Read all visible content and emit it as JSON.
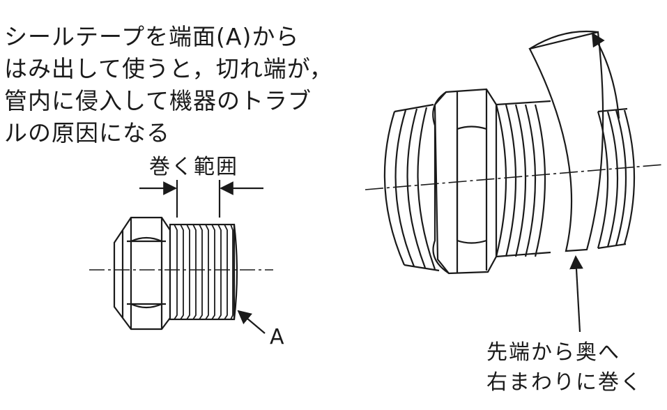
{
  "caution_note": {
    "lines": [
      "シールテープを端面(A)から",
      "はみ出して使うと，切れ端が，",
      "管内に侵入して機器のトラブ",
      "ルの原因になる"
    ]
  },
  "left_figure": {
    "wrap_range_label": "巻く範囲",
    "end_face_label": "A"
  },
  "right_figure": {
    "direction_note_line1": "先端から奥へ",
    "direction_note_line2": "右まわりに巻く"
  }
}
